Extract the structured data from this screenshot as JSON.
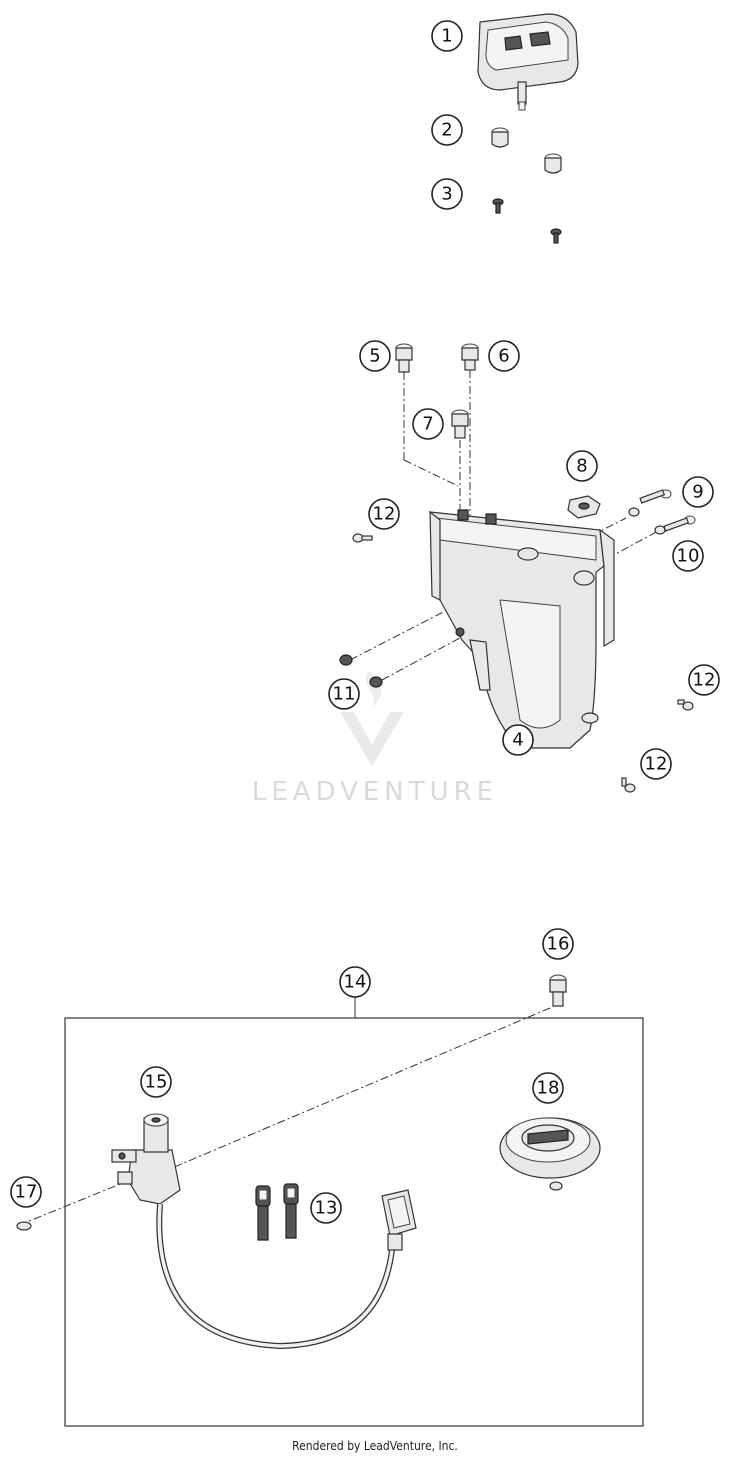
{
  "callouts": [
    "1",
    "2",
    "3",
    "4",
    "5",
    "6",
    "7",
    "8",
    "9",
    "10",
    "11",
    "12",
    "13",
    "14",
    "15",
    "16",
    "17",
    "18"
  ],
  "watermark": "LEADVENTURE",
  "footer": "Rendered by LeadVenture, Inc.",
  "colors": {
    "line": "#333333",
    "watermark": "#d9d9d9"
  }
}
